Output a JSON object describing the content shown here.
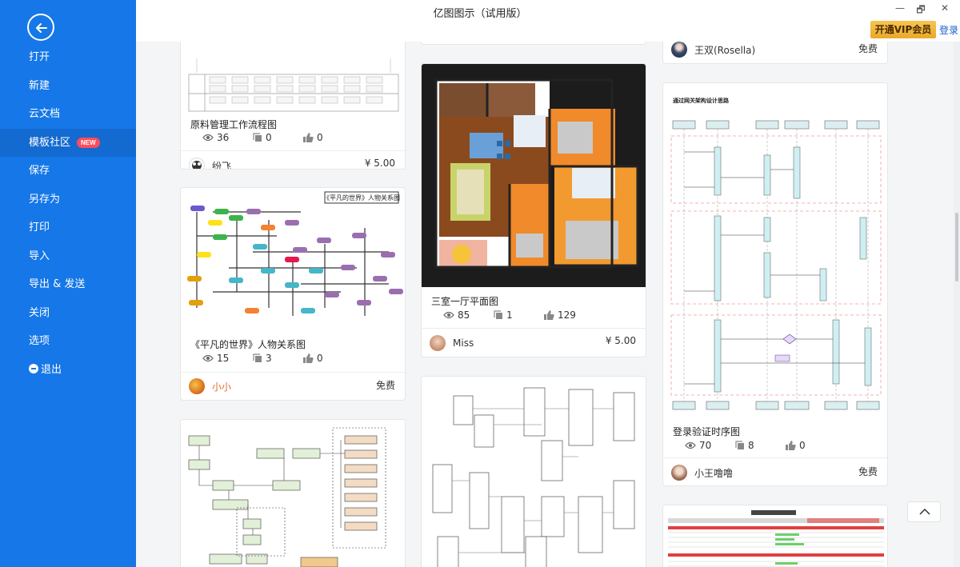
{
  "window": {
    "title": "亿图图示（试用版）",
    "minimize_glyph": "—",
    "restore_glyph": "🗗",
    "close_glyph": "✕"
  },
  "header": {
    "vip_label": "开通VIP会员",
    "login_label": "登录"
  },
  "sidebar": {
    "items": [
      {
        "label": "打开"
      },
      {
        "label": "新建"
      },
      {
        "label": "云文档"
      },
      {
        "label": "模板社区",
        "badge": "NEW"
      },
      {
        "label": "保存"
      },
      {
        "label": "另存为"
      },
      {
        "label": "打印"
      },
      {
        "label": "导入"
      },
      {
        "label": "导出 & 发送"
      },
      {
        "label": "关闭"
      },
      {
        "label": "选项"
      },
      {
        "label": "退出"
      }
    ]
  },
  "cards": {
    "c1": {
      "title": "原料管理工作流程图",
      "views": "36",
      "copies": "0",
      "likes": "0",
      "author": "纷飞",
      "price": "¥ 5.00"
    },
    "c2": {
      "title": "《平凡的世界》人物关系图",
      "views": "15",
      "copies": "3",
      "likes": "0",
      "author": "小小",
      "price": "免费",
      "thumb_heading": "《平凡的世界》人物关系图"
    },
    "c4": {
      "title": "三室一厅平面图",
      "views": "85",
      "copies": "1",
      "likes": "129",
      "author": "Miss",
      "price": "¥ 5.00"
    },
    "c6": {
      "author": "王双(Rosella)",
      "price": "免费"
    },
    "c7": {
      "title": "登录验证时序图",
      "views": "70",
      "copies": "8",
      "likes": "0",
      "author": "小王噜噜",
      "price": "免费",
      "thumb_heading": "通过网关架构设计思路"
    }
  },
  "icons": [
    "back-arrow-icon",
    "eye-icon",
    "copy-icon",
    "thumbs-up-icon",
    "exit-icon",
    "chevron-up-icon"
  ],
  "colors": {
    "sidebar": "#1677e8",
    "vip": "#f0b43c",
    "badge": "#ff4d5a",
    "link": "#1a5ec9"
  }
}
